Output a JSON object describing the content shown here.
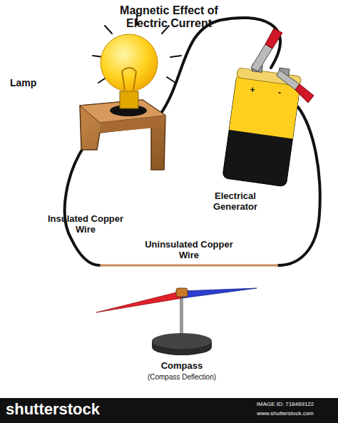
{
  "diagram": {
    "title": "Magnetic Effect of Electric Current",
    "labels": [
      "Lamp",
      "Electrical Generator",
      "Insulated Copper Wire",
      "Uninsulated Copper Wire",
      "Compass",
      "(Compass Deflection)",
      "+",
      "-",
      "shutterstock",
      "IMAGE ID: 718469122",
      "www.shutterstock.com"
    ]
  }
}
